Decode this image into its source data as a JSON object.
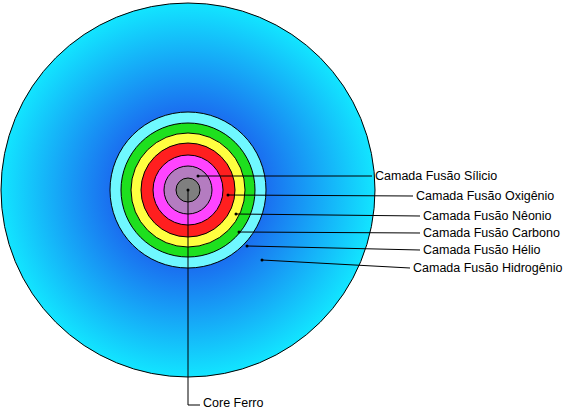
{
  "diagram": {
    "labels": [
      "Camada Fusão Sílicio",
      "Camada Fusão Oxigênio",
      "Camada Fusão Nêonio",
      "Camada Fusão Carbono",
      "Camada Fusão Hélio",
      "Camada Fusão Hidrogênio",
      "Core Ferro"
    ]
  }
}
